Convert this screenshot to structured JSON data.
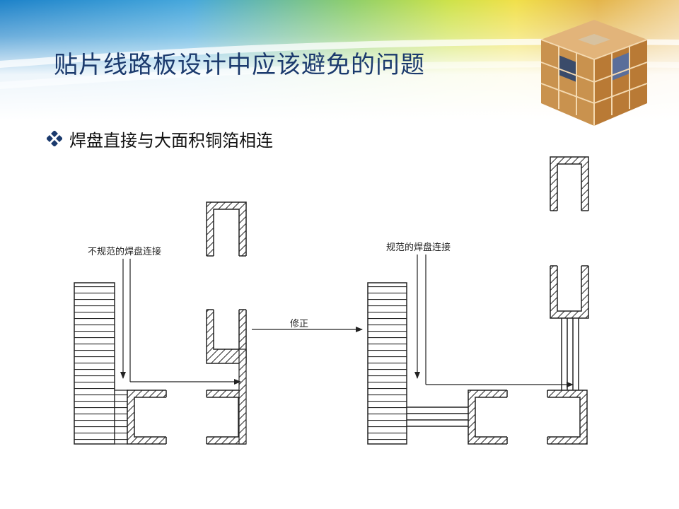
{
  "slide": {
    "title": "贴片线路板设计中应该避免的问题",
    "bullet": "焊盘直接与大面积铜箔相连"
  },
  "diagram": {
    "label_bad": "不规范的焊盘连接",
    "label_good": "规范的焊盘连接",
    "label_fix": "修正"
  },
  "icons": {
    "bullet": "diamond-bullet-icon",
    "logo": "cube-logo-icon",
    "arrow": "arrow-right-icon"
  },
  "colors": {
    "title": "#1b3a6d",
    "line": "#222222"
  }
}
